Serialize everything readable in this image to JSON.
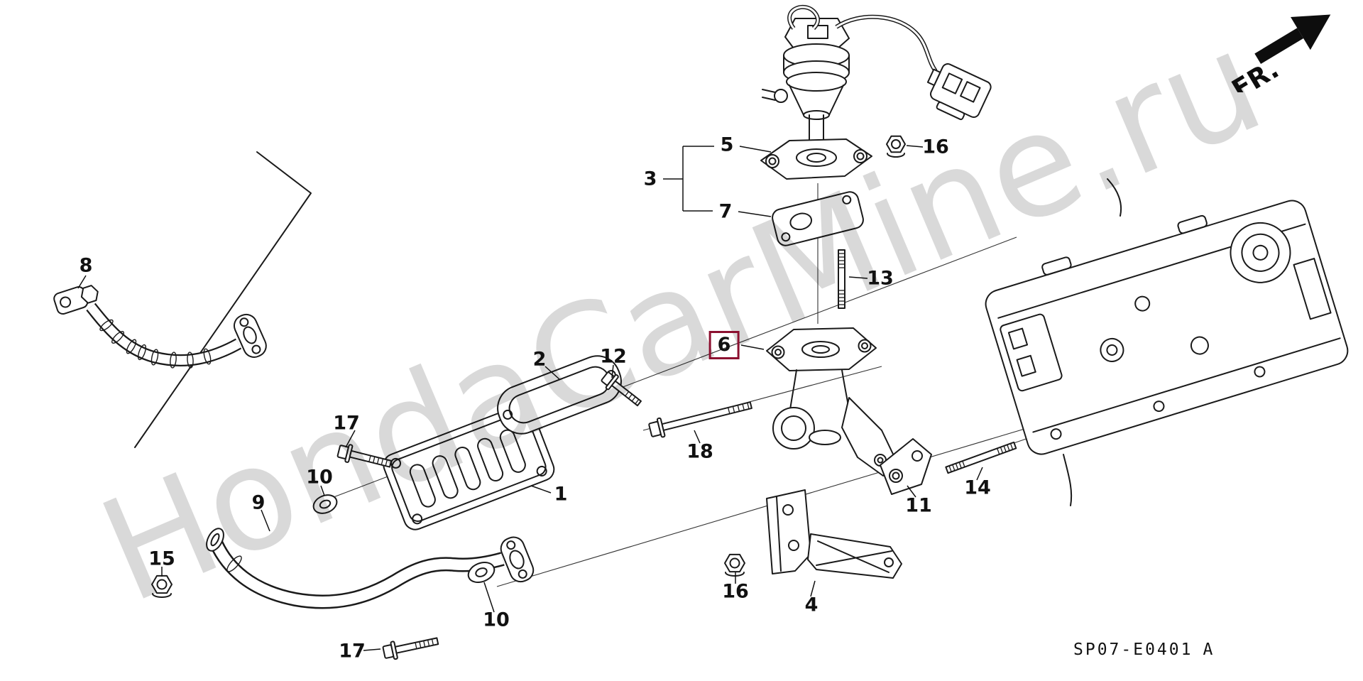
{
  "watermark": {
    "text": "HondaCarMine.ru"
  },
  "orientation": {
    "label": "FR."
  },
  "footer": {
    "code": "SP07-E0401",
    "revision": "A"
  },
  "colors": {
    "highlight_box": "#8c1030",
    "watermark_gray": "#d9d9d9",
    "line": "#1a1a1a"
  },
  "callouts": [
    {
      "part": "8"
    },
    {
      "part": "5"
    },
    {
      "part": "3"
    },
    {
      "part": "7"
    },
    {
      "part": "16"
    },
    {
      "part": "13"
    },
    {
      "part": "6",
      "highlighted": true
    },
    {
      "part": "2"
    },
    {
      "part": "12"
    },
    {
      "part": "17"
    },
    {
      "part": "10"
    },
    {
      "part": "18"
    },
    {
      "part": "9"
    },
    {
      "part": "1"
    },
    {
      "part": "11"
    },
    {
      "part": "14"
    },
    {
      "part": "15"
    },
    {
      "part": "16"
    },
    {
      "part": "4"
    },
    {
      "part": "10"
    },
    {
      "part": "17"
    }
  ]
}
